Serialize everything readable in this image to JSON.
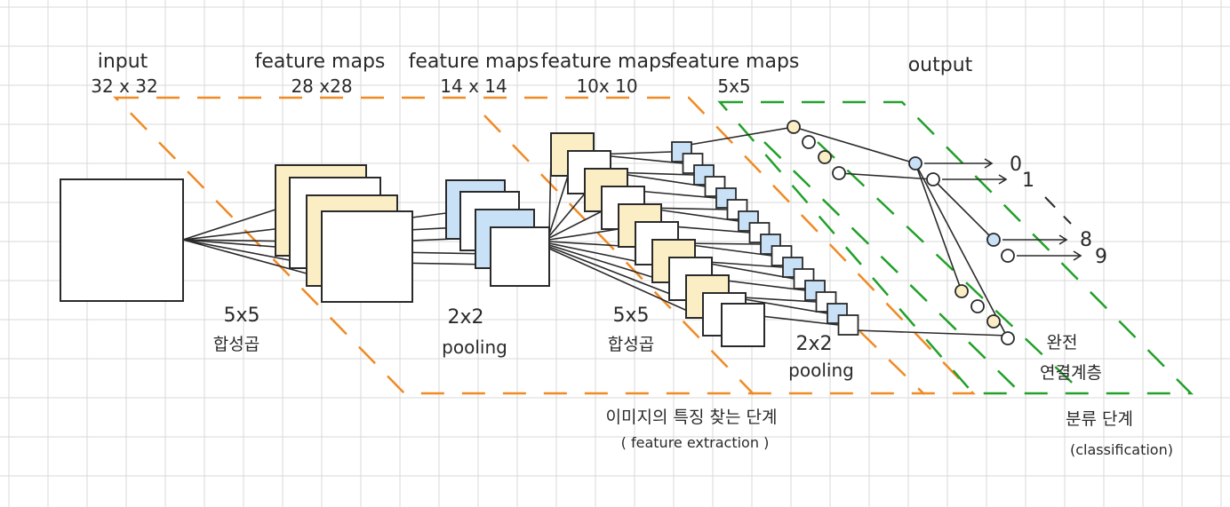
{
  "header_labels": [
    {
      "line1": "input",
      "line2": "32 x 32"
    },
    {
      "line1": "feature maps",
      "line2": "28 x28"
    },
    {
      "line1": "feature maps",
      "line2": "14 x 14"
    },
    {
      "line1": "feature maps",
      "line2": "10x 10"
    },
    {
      "line1": "feature maps",
      "line2": "5x5"
    },
    {
      "line1": "output",
      "line2": ""
    }
  ],
  "op_labels": [
    {
      "line1": "5x5",
      "line2": "합성곱"
    },
    {
      "line1": "2x2",
      "line2": "pooling"
    },
    {
      "line1": "5x5",
      "line2": "합성곱"
    },
    {
      "line1": "2x2",
      "line2": "pooling"
    }
  ],
  "fc_label": {
    "line1": "완전",
    "line2": "연결계층"
  },
  "output_digits": [
    "0",
    "1",
    "8",
    "9"
  ],
  "stage_labels": {
    "feature_extraction": {
      "line1": "이미지의 특징 찾는 단계",
      "line2": "( feature extraction )"
    },
    "classification": {
      "line1": "분류 단계",
      "line2": "(classification)"
    }
  },
  "colors": {
    "grid": "#d9d9d9",
    "orange_dash": "#f08a24",
    "green_dash": "#22a02a",
    "yellow_fill": "#fbeec4",
    "blue_fill": "#c8e1f7",
    "stroke": "#2a2a2a"
  }
}
